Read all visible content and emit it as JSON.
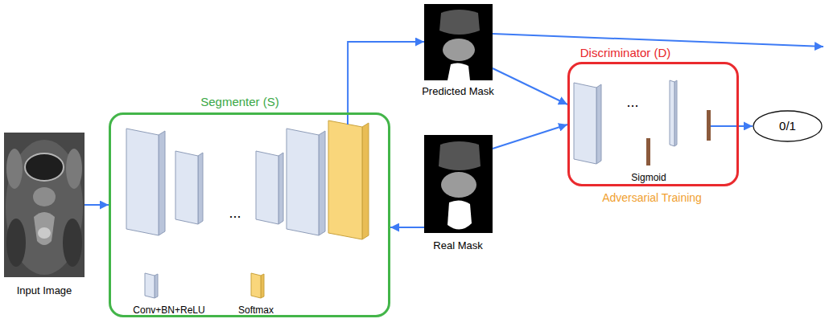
{
  "diagram": {
    "nodes": [
      {
        "text": [
          "Input Image"
        ]
      },
      {
        "text": [
          "Segmenter (S)"
        ]
      },
      {
        "text": [
          "Predicted Mask"
        ]
      },
      {
        "text": [
          "Real Mask"
        ]
      },
      {
        "text": [
          "Discriminator (D)"
        ]
      },
      {
        "text": [
          "0/1"
        ]
      }
    ],
    "edges": [
      {
        "from": 0,
        "to": 1,
        "arrow": "to"
      },
      {
        "from": 1,
        "to": 2,
        "arrow": "to"
      },
      {
        "from": 2,
        "to": 4,
        "arrow": "to"
      },
      {
        "from": 3,
        "to": 4,
        "arrow": "to"
      },
      {
        "from": 3,
        "to": 1,
        "arrow": "to"
      },
      {
        "from": 4,
        "to": 5,
        "arrow": "to"
      }
    ],
    "labels": [
      "...",
      "...",
      "Adversarial Training"
    ],
    "legend": [
      {
        "text": "Conv+BN+ReLU"
      },
      {
        "text": "Softmax"
      },
      {
        "text": "Sigmoid"
      }
    ]
  }
}
